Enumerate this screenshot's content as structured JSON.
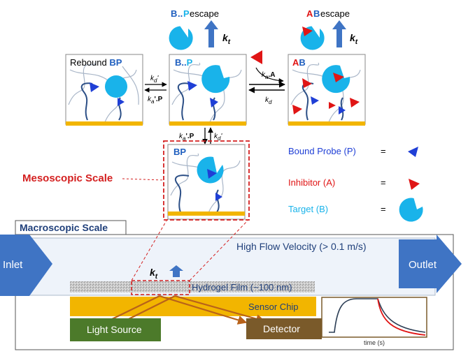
{
  "escape_labels": {
    "bp_b": "B",
    "bp_dots": "..",
    "bp_p": "P",
    "bp_suffix": " escape",
    "ab_a": "A",
    "ab_b": "B",
    "ab_suffix": " escape",
    "kt_k": "k",
    "kt_sub": "t"
  },
  "panels": {
    "rebound_prefix": "Rebound ",
    "rebound_bp": "BP",
    "bdotsp_b": "B",
    "bdotsp_dots": "..",
    "bdotsp_p": "P",
    "ab_a": "A",
    "ab_b": "B",
    "bp_bottom": "BP"
  },
  "rates": {
    "kd_prime_top": "k",
    "kd_prime_top_sub": "d",
    "kd_prime_top_sup": "'",
    "ka_prime_p": "k",
    "ka_prime_p_sub": "a",
    "ka_prime_p_tail": "'.P",
    "ka_a": "k",
    "ka_a_sub": "a",
    "ka_a_tail": ".A",
    "kd": "k",
    "kd_sub": "d",
    "vert_ka": "k",
    "vert_ka_sub": "a",
    "vert_ka_tail": "'.P",
    "vert_kd": "k",
    "vert_kd_sub": "d",
    "vert_kd_tail": "'"
  },
  "legend": {
    "probe": "Bound Probe (P)",
    "inhibitor": "Inhibitor (A)",
    "target": "Target (B)",
    "eq": "="
  },
  "labels": {
    "mesoscopic": "Mesoscopic Scale",
    "macroscopic": "Macroscopic Scale",
    "flow": "High Flow Velocity (> 0.1 m/s)",
    "inlet": "Inlet",
    "outlet": "Outlet",
    "hydrogel": "Hydrogel Film (~100 nm)",
    "sensor_chip": "Sensor Chip",
    "light_source": "Light Source",
    "detector": "Detector",
    "time": "time (s)",
    "kt_k": "k",
    "kt_sub": "t"
  },
  "colors": {
    "probe": "#1f3fd6",
    "inhibitor": "#e01515",
    "target": "#19b3ea",
    "gold": "#f2b500",
    "dashed_red": "#d42020",
    "arrow_blue": "#3f74c4",
    "light_source": "#4c7a2a",
    "detector": "#7a5a2a",
    "channel": "#eef3fa"
  }
}
